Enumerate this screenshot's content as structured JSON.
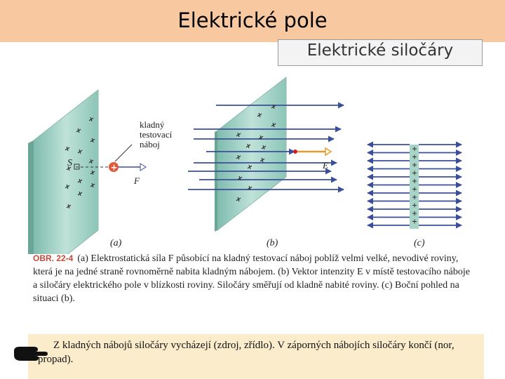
{
  "header": {
    "title": "Elektrické pole"
  },
  "subtitle": "Elektrické siločáry",
  "figure": {
    "label_kladny": "kladný",
    "label_testovaci": "testovací",
    "label_naboj": "náboj",
    "label_s": "S",
    "label_f": "F",
    "label_e": "E",
    "label_a": "(a)",
    "label_b": "(b)",
    "label_c": "(c)"
  },
  "caption": {
    "obr": "OBR. 22-4",
    "text": "(a) Elektrostatická síla F působící na kladný testovací náboj poblíž velmi velké, nevodivé roviny, která je na jedné straně rovnoměrně nabita kladným nábojem. (b) Vektor intenzity E v místě testovacího náboje a siločáry elektrického pole v blízkosti roviny. Siločáry směřují od kladně nabité roviny. (c) Boční pohled na situaci (b)."
  },
  "note": {
    "text": "Z kladných nábojů siločáry vycházejí (zdroj, zřídlo). V záporných nábojích siločáry končí (nor, propad)."
  },
  "colors": {
    "header_bg": "#f8c9a0",
    "plate": "#a8d4c8",
    "field_line": "#3a4f9a",
    "vector_e": "#e89a2a",
    "note_bg": "#fbeccc",
    "obr_label": "#c34a3a"
  }
}
